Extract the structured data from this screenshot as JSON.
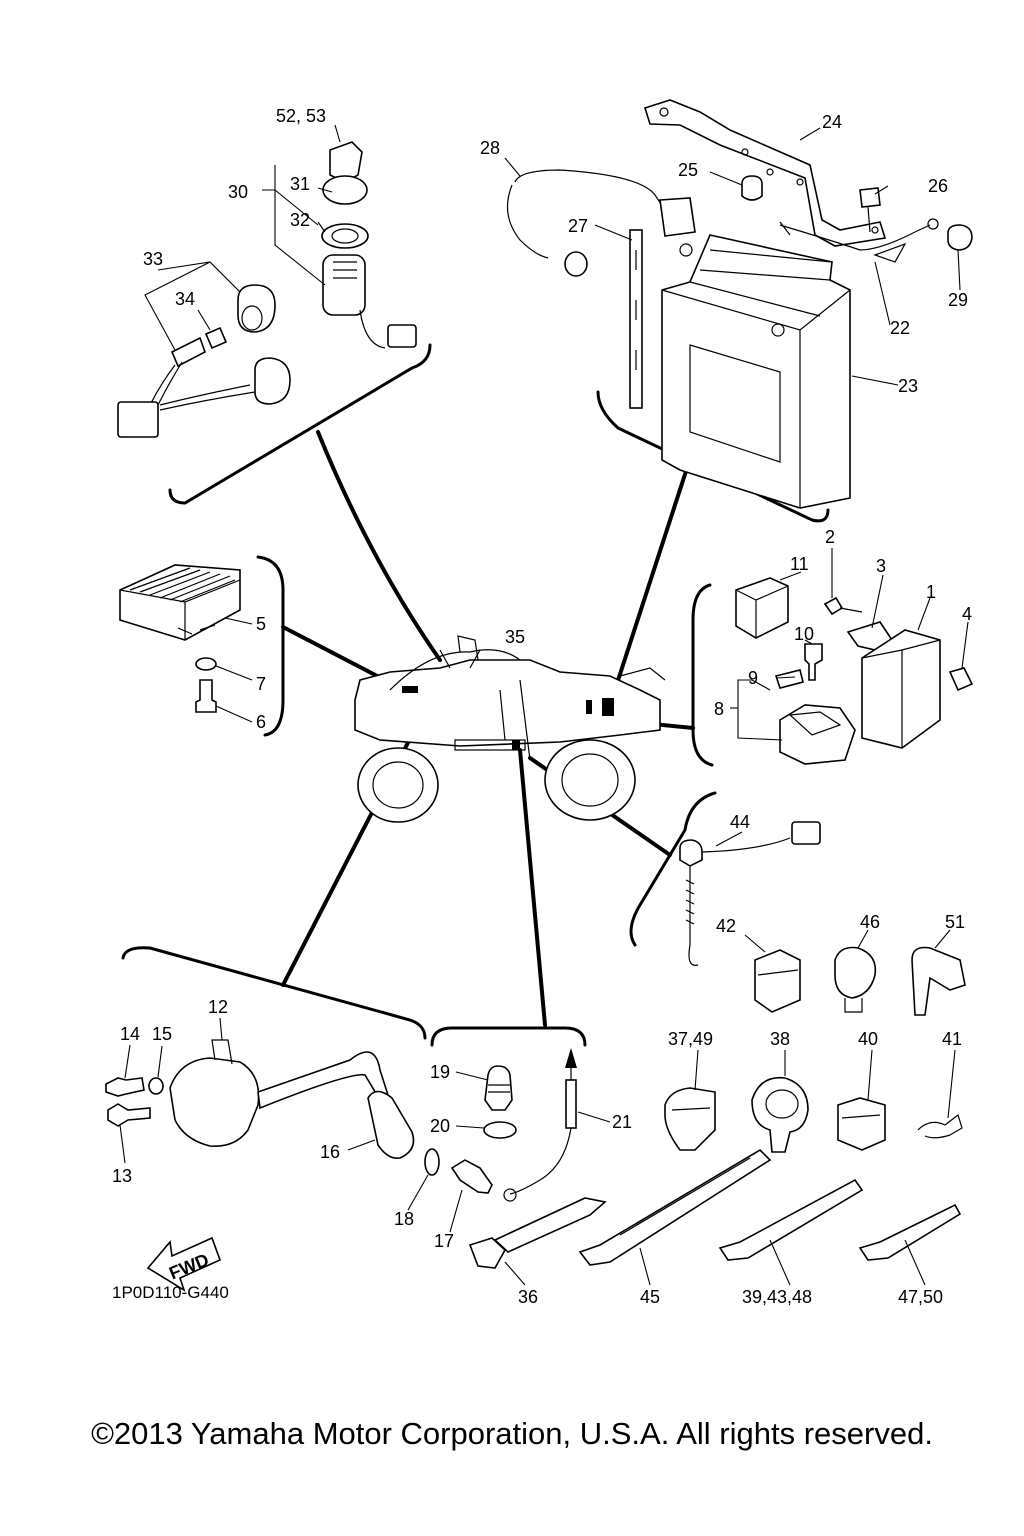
{
  "diagram": {
    "figure_code": "1P0D110-G440",
    "fwd_label": "FWD",
    "copyright": "©2013 Yamaha Motor Corporation, U.S.A. All rights reserved.",
    "callouts": {
      "c52_53": "52, 53",
      "c31": "31",
      "c30": "30",
      "c32": "32",
      "c33": "33",
      "c34": "34",
      "c28": "28",
      "c24": "24",
      "c25": "25",
      "c26": "26",
      "c27": "27",
      "c29": "29",
      "c22": "22",
      "c23": "23",
      "c2": "2",
      "c11": "11",
      "c3": "3",
      "c1": "1",
      "c4": "4",
      "c5": "5",
      "c7": "7",
      "c6": "6",
      "c35": "35",
      "c10": "10",
      "c9": "9",
      "c8": "8",
      "c44": "44",
      "c42": "42",
      "c46": "46",
      "c51": "51",
      "c12": "12",
      "c14": "14",
      "c15": "15",
      "c13": "13",
      "c16": "16",
      "c19": "19",
      "c20": "20",
      "c21": "21",
      "c18": "18",
      "c17": "17",
      "c37_49": "37,49",
      "c38": "38",
      "c40": "40",
      "c41": "41",
      "c36": "36",
      "c45": "45",
      "c39_43_48": "39,43,48",
      "c47_50": "47,50"
    }
  }
}
